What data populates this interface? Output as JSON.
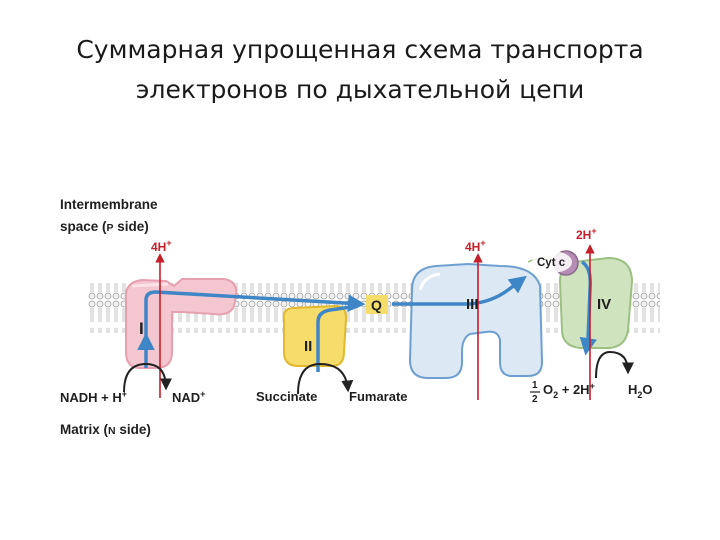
{
  "title": {
    "line1": "Суммарная упрощенная схема транспорта",
    "line2": "электронов по дыхательной цепи"
  },
  "labels": {
    "intermembrane_line1": "Intermembrane",
    "intermembrane_line2": "space (",
    "intermembrane_p": "P",
    "intermembrane_side": " side)",
    "matrix": "Matrix (",
    "matrix_n": "N",
    "matrix_side": " side)",
    "proton_i": "4H",
    "proton_iii": "4H",
    "proton_iv": "2H",
    "plus": "+",
    "complex_i": "I",
    "complex_ii": "II",
    "complex_iii": "III",
    "complex_iv": "IV",
    "q": "Q",
    "cyt_c": "Cyt c",
    "nadh": "NADH + H",
    "nad": "NAD",
    "succinate": "Succinate",
    "fumarate": "Fumarate",
    "half_num": "1",
    "half_den": "2",
    "o2": "O",
    "o2_sub": "2",
    "plus_2h": " + 2H",
    "h2o_h": "H",
    "h2o_sub": "2",
    "h2o_o": "O"
  },
  "colors": {
    "complex_i": "#f4c6cf",
    "complex_ii": "#f6dc6a",
    "complex_iii": "#dde8f5",
    "complex_iv": "#cfe3bf",
    "cyt_c": "#b48cb4",
    "q_box": "#f5dd6b",
    "electron_arrow": "#3f86c6",
    "proton_arrow": "#c4202b",
    "membrane": "#9b9b9b"
  }
}
